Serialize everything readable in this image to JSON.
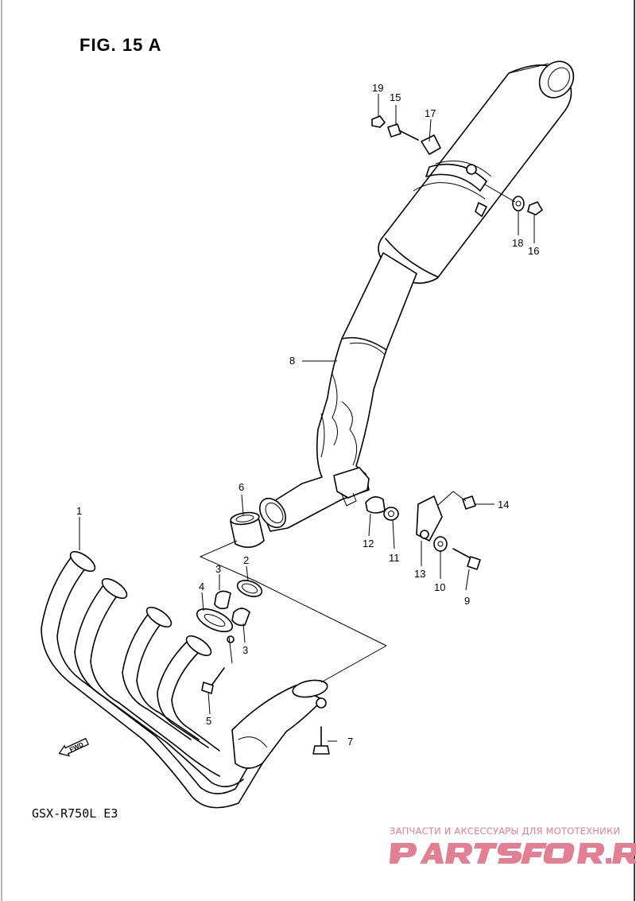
{
  "figure": {
    "title": "FIG. 15 A",
    "model": "GSX-R750L  E3"
  },
  "fwd_label": "FWD",
  "watermark": {
    "caption": "ЗАПЧАСТИ И АКСЕССУАРЫ ДЛЯ МОТОТЕХНИКИ",
    "logo": "PARTSFOR.RU",
    "color": "#e37f92"
  },
  "callouts": {
    "c1": "1",
    "c2": "2",
    "c3a": "3",
    "c3b": "3",
    "c4": "4",
    "c5": "5",
    "c6": "6",
    "c7": "7",
    "c8": "8",
    "c9": "9",
    "c10": "10",
    "c11": "11",
    "c12": "12",
    "c13": "13",
    "c14": "14",
    "c15": "15",
    "c16": "16",
    "c17": "17",
    "c18": "18",
    "c19": "19"
  }
}
